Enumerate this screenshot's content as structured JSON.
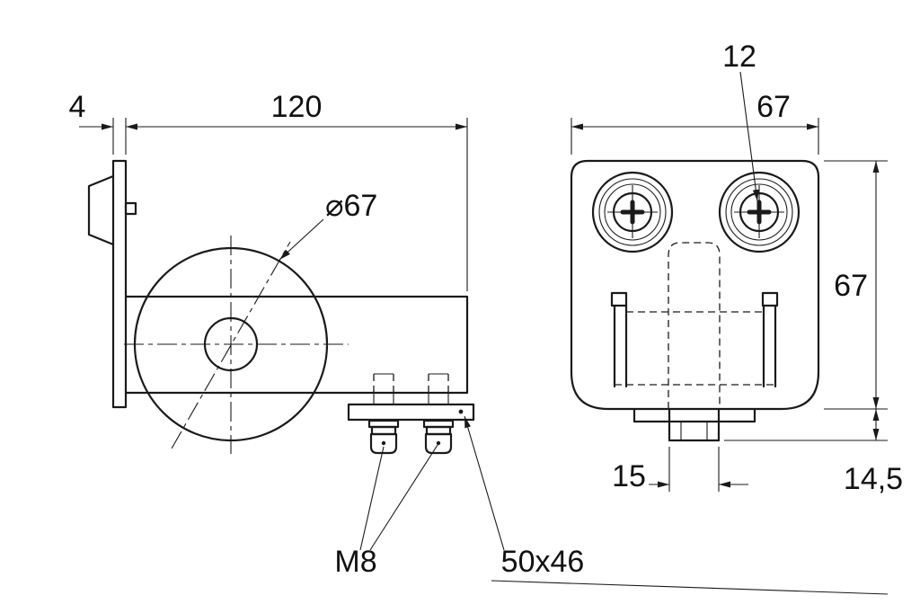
{
  "meta": {
    "background": "#ffffff",
    "ink": "#1a1a1a",
    "drawing_type": "technical dimension drawing, sliding-gate roller trolley, two views"
  },
  "side_view": {
    "plate_thickness": "4",
    "body_length": "120",
    "roller_diameter": "⌀67",
    "bolt_thread": "M8",
    "plate_size": "50x46"
  },
  "front_view": {
    "screw_head": "12",
    "body_width": "67",
    "body_height": "67",
    "bolt_across": "15",
    "bolt_protrusion": "14,5"
  }
}
